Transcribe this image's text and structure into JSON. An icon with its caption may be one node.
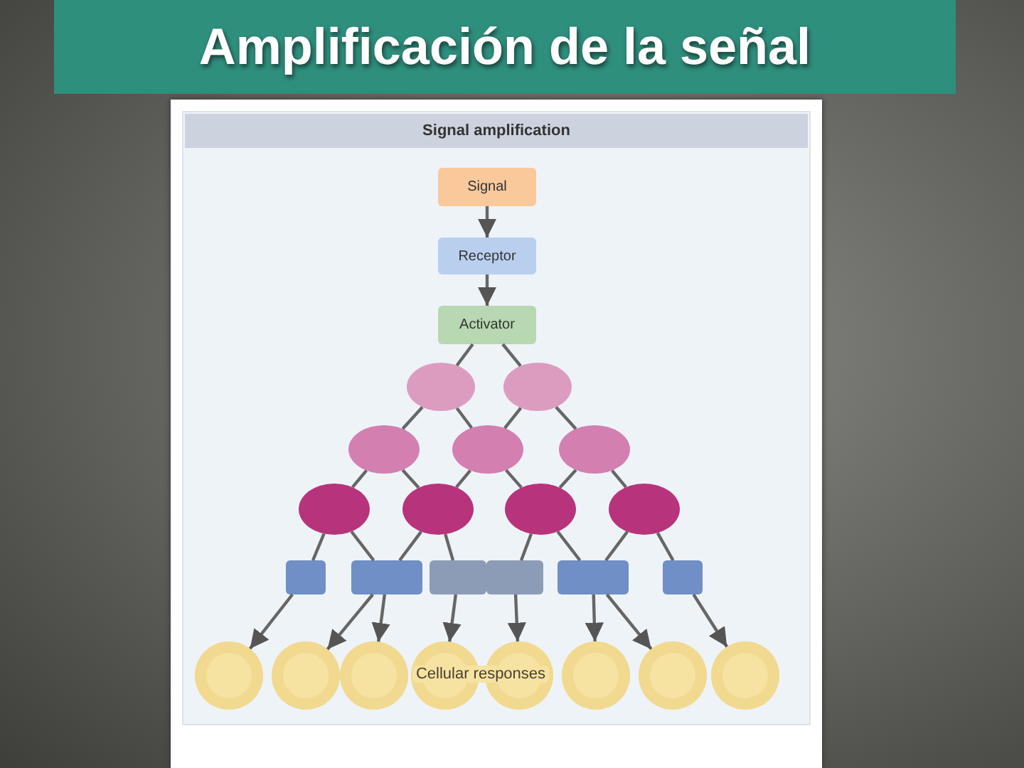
{
  "diagram": {
    "title": "Amplificación de la señal",
    "nodes": [
      {
        "text": [
          "Signal amplification"
        ]
      },
      {
        "text": [
          "Signal"
        ],
        "in": 0
      },
      {
        "text": [
          "Receptor"
        ],
        "in": 0
      },
      {
        "text": [
          "Activator"
        ],
        "in": 0
      },
      {
        "text": [],
        "shape": "circle",
        "in": 0
      },
      {
        "text": [],
        "shape": "circle",
        "in": 0
      },
      {
        "text": [],
        "shape": "circle",
        "in": 0
      },
      {
        "text": [],
        "shape": "circle",
        "in": 0
      },
      {
        "text": [],
        "shape": "circle",
        "in": 0
      },
      {
        "text": [],
        "shape": "circle",
        "in": 0
      },
      {
        "text": [],
        "shape": "circle",
        "in": 0
      },
      {
        "text": [],
        "shape": "circle",
        "in": 0
      },
      {
        "text": [],
        "shape": "circle",
        "in": 0
      },
      {
        "text": [],
        "shape": "box",
        "in": 0
      },
      {
        "text": [],
        "shape": "box",
        "in": 0
      },
      {
        "text": [],
        "shape": "box",
        "in": 0
      },
      {
        "text": [],
        "shape": "box",
        "in": 0
      },
      {
        "text": [],
        "shape": "box",
        "in": 0
      },
      {
        "text": [],
        "shape": "box",
        "in": 0
      },
      {
        "text": [],
        "shape": "circle",
        "in": 0
      },
      {
        "text": [],
        "shape": "circle",
        "in": 0
      },
      {
        "text": [],
        "shape": "circle",
        "in": 0
      },
      {
        "text": [],
        "shape": "circle",
        "in": 0
      },
      {
        "text": [],
        "shape": "circle",
        "in": 0
      },
      {
        "text": [],
        "shape": "circle",
        "in": 0
      },
      {
        "text": [],
        "shape": "circle",
        "in": 0
      },
      {
        "text": [],
        "shape": "circle",
        "in": 0
      }
    ],
    "edges": [
      {
        "from": 1,
        "to": 2,
        "arrow": "to"
      },
      {
        "from": 2,
        "to": 3,
        "arrow": "to"
      },
      {
        "from": 3,
        "to": 4,
        "arrow": "none"
      },
      {
        "from": 3,
        "to": 5,
        "arrow": "none"
      },
      {
        "from": 4,
        "to": 6,
        "arrow": "none"
      },
      {
        "from": 4,
        "to": 7,
        "arrow": "none"
      },
      {
        "from": 5,
        "to": 7,
        "arrow": "none"
      },
      {
        "from": 5,
        "to": 8,
        "arrow": "none"
      },
      {
        "from": 6,
        "to": 9,
        "arrow": "none"
      },
      {
        "from": 6,
        "to": 10,
        "arrow": "none"
      },
      {
        "from": 7,
        "to": 10,
        "arrow": "none"
      },
      {
        "from": 7,
        "to": 11,
        "arrow": "none"
      },
      {
        "from": 8,
        "to": 11,
        "arrow": "none"
      },
      {
        "from": 8,
        "to": 12,
        "arrow": "none"
      },
      {
        "from": 9,
        "to": 13,
        "arrow": "none"
      },
      {
        "from": 9,
        "to": 14,
        "arrow": "none"
      },
      {
        "from": 10,
        "to": 14,
        "arrow": "none"
      },
      {
        "from": 10,
        "to": 15,
        "arrow": "none"
      },
      {
        "from": 11,
        "to": 16,
        "arrow": "none"
      },
      {
        "from": 11,
        "to": 17,
        "arrow": "none"
      },
      {
        "from": 12,
        "to": 17,
        "arrow": "none"
      },
      {
        "from": 12,
        "to": 18,
        "arrow": "none"
      },
      {
        "from": 13,
        "to": 19,
        "arrow": "to"
      },
      {
        "from": 14,
        "to": 20,
        "arrow": "to"
      },
      {
        "from": 14,
        "to": 21,
        "arrow": "to"
      },
      {
        "from": 15,
        "to": 22,
        "arrow": "to"
      },
      {
        "from": 16,
        "to": 23,
        "arrow": "to"
      },
      {
        "from": 17,
        "to": 24,
        "arrow": "to"
      },
      {
        "from": 17,
        "to": 25,
        "arrow": "to"
      },
      {
        "from": 18,
        "to": 26,
        "arrow": "to"
      }
    ],
    "labels": [
      "Cellular responses"
    ]
  }
}
